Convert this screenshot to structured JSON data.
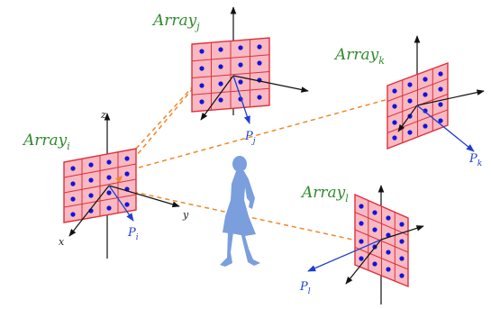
{
  "colors": {
    "array_label": "#2e8b2e",
    "panel_fill": "#f8b9c2",
    "panel_grid": "#e0303a",
    "antenna_dot": "#1414d8",
    "pointing_vector": "#1f3fd0",
    "sight_line": "#f0882a",
    "person": "#7b9fdc",
    "axis": "#111111"
  },
  "arrays": [
    {
      "id": "i",
      "base": "Array",
      "sub": "i",
      "vector_base": "P",
      "vector_sub": "i"
    },
    {
      "id": "j",
      "base": "Array",
      "sub": "j",
      "vector_base": "P",
      "vector_sub": "j"
    },
    {
      "id": "k",
      "base": "Array",
      "sub": "k",
      "vector_base": "P",
      "vector_sub": "k"
    },
    {
      "id": "l",
      "base": "Array",
      "sub": "l",
      "vector_base": "P",
      "vector_sub": "l"
    }
  ],
  "axes": {
    "z": "z",
    "y": "y",
    "x": "x"
  },
  "person_icon": "walking-woman-silhouette"
}
